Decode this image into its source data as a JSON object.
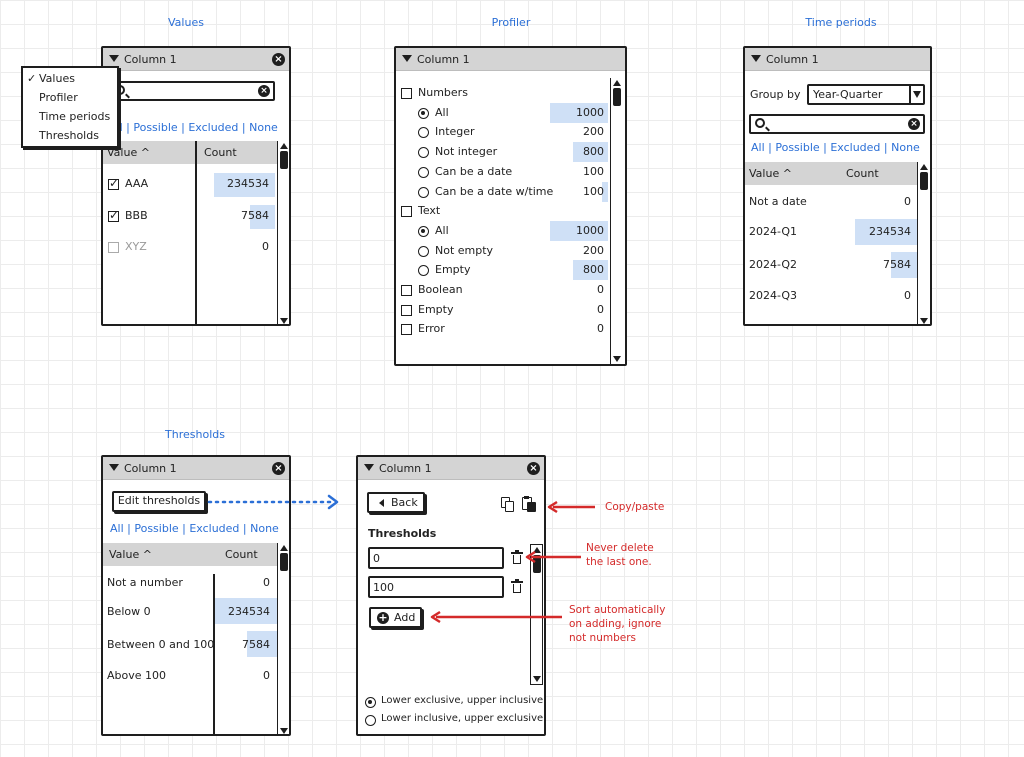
{
  "captions": {
    "values": "Values",
    "profiler": "Profiler",
    "time_periods": "Time periods",
    "thresholds": "Thresholds"
  },
  "colors": {
    "caption": "#2b6fd6",
    "bar": "#cfe0f6",
    "note": "#d42a2a",
    "header": "#d4d4d4"
  },
  "values_panel": {
    "title": "Column 1",
    "links": [
      "All",
      "Possible",
      "Excluded",
      "None"
    ],
    "col_value": "Value ^",
    "col_count": "Count",
    "rows": [
      {
        "label": "AAA",
        "count": "234534",
        "checked": true,
        "bar": 1.0
      },
      {
        "label": "BBB",
        "count": "7584",
        "checked": true,
        "bar": 0.4
      },
      {
        "label": "XYZ",
        "count": "0",
        "checked": false,
        "bar": 0
      }
    ]
  },
  "view_menu": {
    "items": [
      "Values",
      "Profiler",
      "Time periods",
      "Thresholds"
    ],
    "selected": "Values",
    "check": "✓"
  },
  "profiler_panel": {
    "title": "Column 1",
    "rows": [
      {
        "kind": "check",
        "label": "Numbers",
        "count": "",
        "bar": 0
      },
      {
        "kind": "radio",
        "on": true,
        "label": "All",
        "count": "1000",
        "bar": 1.0
      },
      {
        "kind": "radio",
        "on": false,
        "label": "Integer",
        "count": "200",
        "bar": 0
      },
      {
        "kind": "radio",
        "on": false,
        "label": "Not integer",
        "count": "800",
        "bar": 0.6
      },
      {
        "kind": "radio",
        "on": false,
        "label": "Can be a date",
        "count": "100",
        "bar": 0
      },
      {
        "kind": "radio",
        "on": false,
        "label": "Can be a date w/time",
        "count": "100",
        "bar": 0.1
      },
      {
        "kind": "check",
        "label": "Text",
        "count": "",
        "bar": 0
      },
      {
        "kind": "radio",
        "on": true,
        "label": "All",
        "count": "1000",
        "bar": 1.0
      },
      {
        "kind": "radio",
        "on": false,
        "label": "Not empty",
        "count": "200",
        "bar": 0
      },
      {
        "kind": "radio",
        "on": false,
        "label": "Empty",
        "count": "800",
        "bar": 0.6
      },
      {
        "kind": "check",
        "label": "Boolean",
        "count": "0",
        "bar": 0
      },
      {
        "kind": "check",
        "label": "Empty",
        "count": "0",
        "bar": 0
      },
      {
        "kind": "check",
        "label": "Error",
        "count": "0",
        "bar": 0
      }
    ]
  },
  "time_panel": {
    "title": "Column 1",
    "group_by_label": "Group by",
    "group_by_value": "Year-Quarter",
    "links": [
      "All",
      "Possible",
      "Excluded",
      "None"
    ],
    "col_value": "Value ^",
    "col_count": "Count",
    "rows": [
      {
        "label": "Not a date",
        "count": "0",
        "bar": 0
      },
      {
        "label": "2024-Q1",
        "count": "234534",
        "bar": 1.0
      },
      {
        "label": "2024-Q2",
        "count": "7584",
        "bar": 0.4
      },
      {
        "label": "2024-Q3",
        "count": "0",
        "bar": 0
      }
    ]
  },
  "thresholds_panel": {
    "title": "Column 1",
    "edit_button": "Edit thresholds",
    "links": [
      "All",
      "Possible",
      "Excluded",
      "None"
    ],
    "col_value": "Value ^",
    "col_count": "Count",
    "rows": [
      {
        "label": "Not a number",
        "count": "0",
        "bar": 0
      },
      {
        "label": "Below 0",
        "count": "234534",
        "bar": 1.0
      },
      {
        "label": "Between 0 and 100",
        "count": "7584",
        "bar": 0.4
      },
      {
        "label": "Above 100",
        "count": "0",
        "bar": 0
      }
    ]
  },
  "editor_panel": {
    "title": "Column 1",
    "back_button": "Back",
    "section_title": "Thresholds",
    "thresholds": [
      "0",
      "100"
    ],
    "add_button": "Add",
    "options": [
      {
        "label": "Lower exclusive, upper inclusive",
        "on": true
      },
      {
        "label": "Lower inclusive, upper exclusive",
        "on": false
      }
    ]
  },
  "annotations": {
    "copy_paste": "Copy/paste",
    "never_delete": [
      "Never delete",
      "the last one."
    ],
    "sort_auto": [
      "Sort automatically",
      "on adding, ignore",
      "not numbers"
    ]
  }
}
